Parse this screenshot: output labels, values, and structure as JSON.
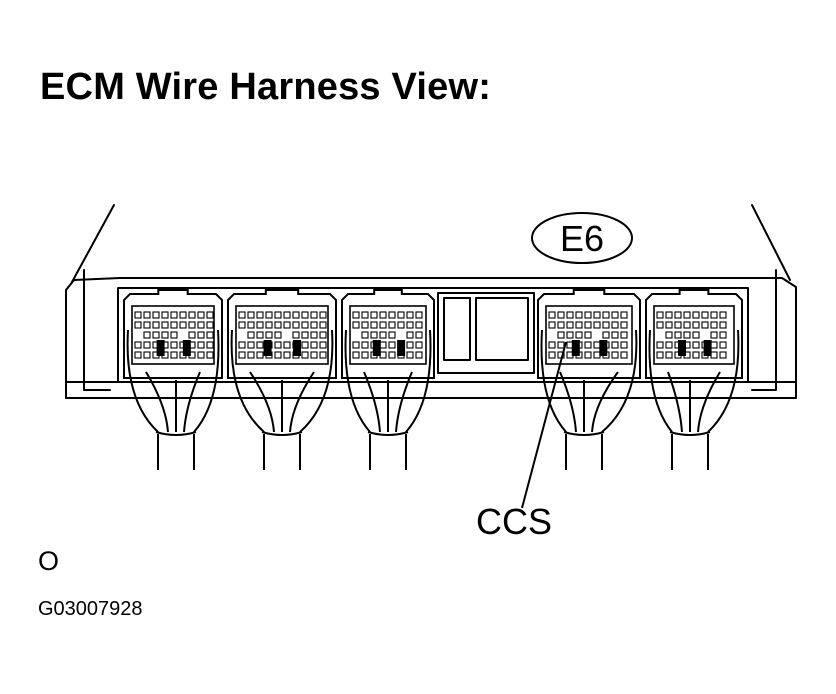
{
  "title": "ECM Wire Harness View:",
  "connector_label": "E6",
  "pin_label": "CCS",
  "code_letter": "O",
  "figure_code": "G03007928",
  "colors": {
    "line": "#000000",
    "background": "#ffffff"
  }
}
